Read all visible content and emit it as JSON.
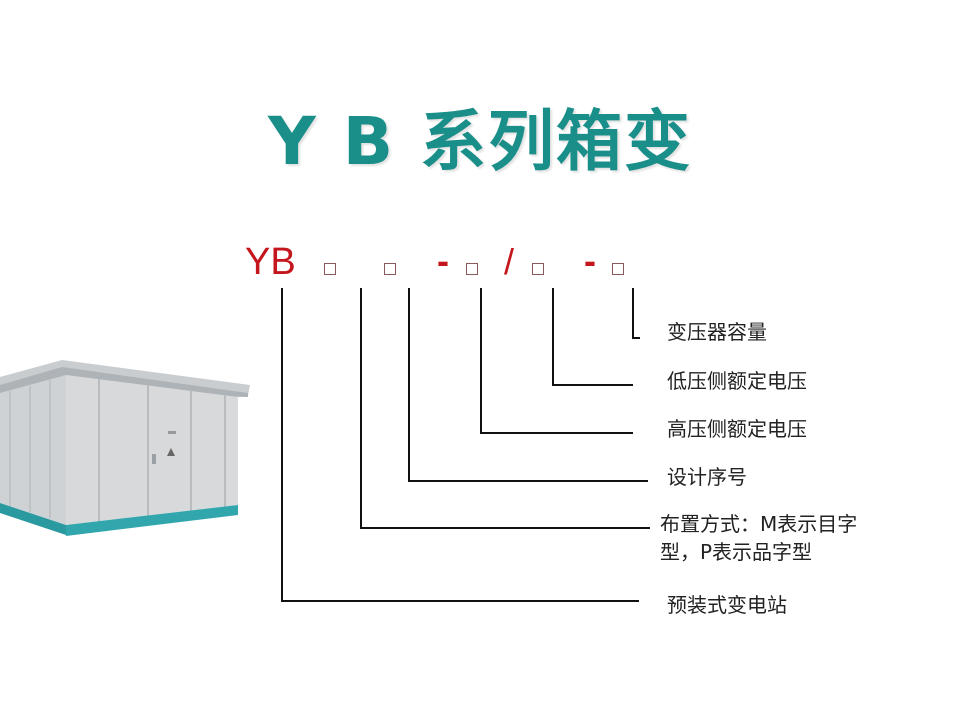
{
  "title": "Y B 系列箱变",
  "model_code": {
    "prefix": "YB",
    "separators": [
      "-",
      "/",
      "-"
    ],
    "placeholder_symbol": "□"
  },
  "labels": {
    "capacity": "变压器容量",
    "low_voltage": "低压侧额定电压",
    "high_voltage": "高压侧额定电压",
    "design_no": "设计序号",
    "layout_line1": "布置方式：M表示目字",
    "layout_line2": "型，P表示品字型",
    "type": "预装式变电站"
  },
  "colors": {
    "title": "#1a8f8a",
    "code": "#c4161c",
    "lines": "#111111"
  },
  "image": {
    "subject": "prefabricated-substation-photo"
  }
}
